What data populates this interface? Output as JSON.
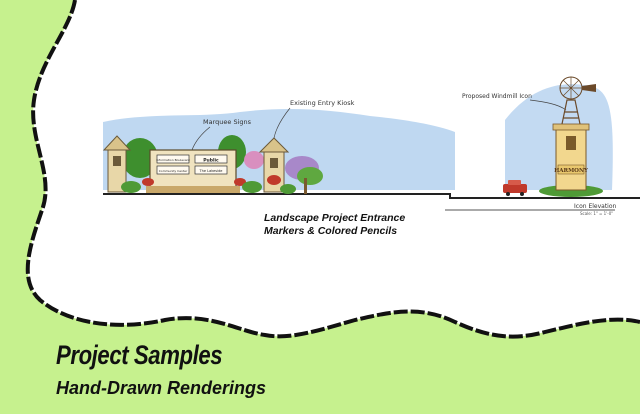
{
  "labels": {
    "marquee": "Marquee Signs",
    "kiosk": "Existing Entry Kiosk",
    "windmill": "Proposed Windmill Icon",
    "elevation": "Icon Elevation",
    "scale": "Scale: 1\" = 1'-0\""
  },
  "signs": {
    "left_top": "Information Boulevard",
    "left_mid": "Community Center",
    "right_top": "Public",
    "right_mid": "The Lakeside",
    "tower_sign": "HARMONY"
  },
  "caption": {
    "line1": "Landscape Project Entrance",
    "line2": "Markers & Colored Pencils"
  },
  "title": "Project Samples",
  "subtitle": "Hand-Drawn Renderings",
  "colors": {
    "green": "#c6f18e",
    "border": "#111111",
    "sky": "#9fc4e8"
  }
}
